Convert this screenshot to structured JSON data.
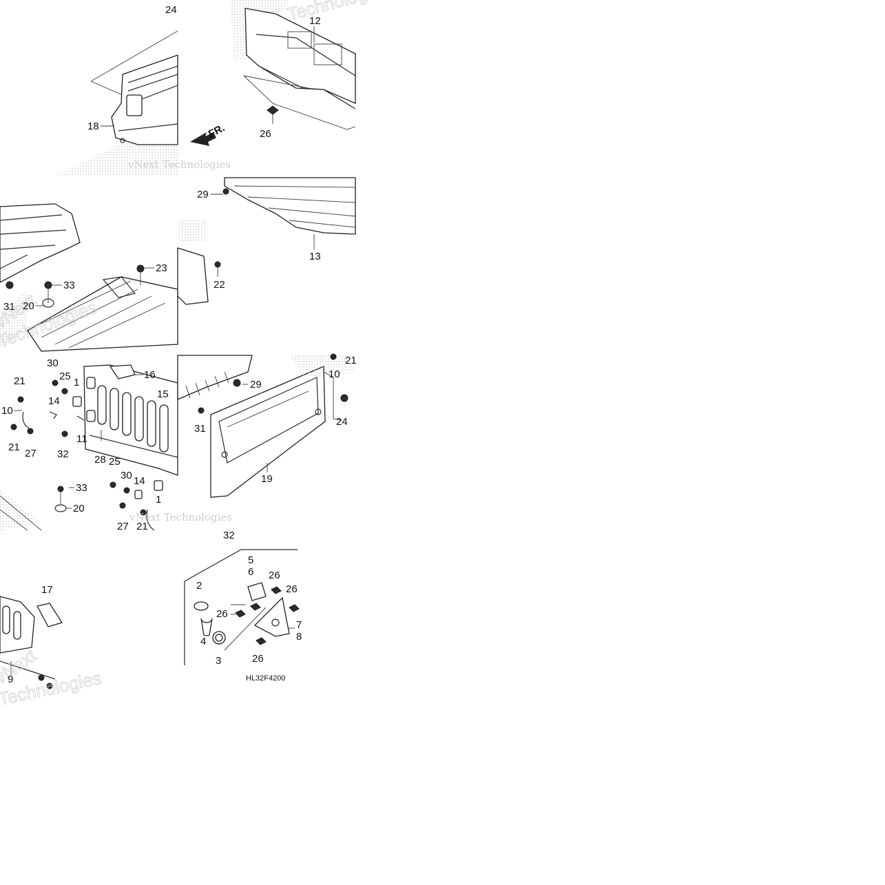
{
  "diagram_code": "HL32F4200",
  "direction_label": "FR.",
  "watermark": {
    "text_a": "vNext Technologies",
    "text_b": "Technologies",
    "text_c": "vNext"
  },
  "callouts": [
    {
      "id": "c24a",
      "text": "24"
    },
    {
      "id": "c12",
      "text": "12"
    },
    {
      "id": "c18",
      "text": "18"
    },
    {
      "id": "c26a",
      "text": "26"
    },
    {
      "id": "c29a",
      "text": "29"
    },
    {
      "id": "c13",
      "text": "13"
    },
    {
      "id": "c23",
      "text": "23"
    },
    {
      "id": "c33a",
      "text": "33"
    },
    {
      "id": "c31a",
      "text": "31"
    },
    {
      "id": "c20a",
      "text": "20"
    },
    {
      "id": "c22",
      "text": "22"
    },
    {
      "id": "c30a",
      "text": "30"
    },
    {
      "id": "c25a",
      "text": "25"
    },
    {
      "id": "c1a",
      "text": "1"
    },
    {
      "id": "c16",
      "text": "16"
    },
    {
      "id": "c21a",
      "text": "21"
    },
    {
      "id": "c15",
      "text": "15"
    },
    {
      "id": "c14a",
      "text": "14"
    },
    {
      "id": "c10a",
      "text": "10"
    },
    {
      "id": "c11",
      "text": "11"
    },
    {
      "id": "c21b",
      "text": "21"
    },
    {
      "id": "c27a",
      "text": "27"
    },
    {
      "id": "c32a",
      "text": "32"
    },
    {
      "id": "c28",
      "text": "28"
    },
    {
      "id": "c25b",
      "text": "25"
    },
    {
      "id": "c30b",
      "text": "30"
    },
    {
      "id": "c14b",
      "text": "14"
    },
    {
      "id": "c33b",
      "text": "33"
    },
    {
      "id": "c1b",
      "text": "1"
    },
    {
      "id": "c20b",
      "text": "20"
    },
    {
      "id": "c27b",
      "text": "27"
    },
    {
      "id": "c21c",
      "text": "21"
    },
    {
      "id": "c10b",
      "text": "10"
    },
    {
      "id": "c21d",
      "text": "21"
    },
    {
      "id": "c29b",
      "text": "29"
    },
    {
      "id": "c24b",
      "text": "24"
    },
    {
      "id": "c31b",
      "text": "31"
    },
    {
      "id": "c19",
      "text": "19"
    },
    {
      "id": "c32b",
      "text": "32"
    },
    {
      "id": "c17",
      "text": "17"
    },
    {
      "id": "c9",
      "text": "9"
    },
    {
      "id": "c5",
      "text": "5"
    },
    {
      "id": "c6",
      "text": "6"
    },
    {
      "id": "c26b",
      "text": "26"
    },
    {
      "id": "c2",
      "text": "2"
    },
    {
      "id": "c26c",
      "text": "26"
    },
    {
      "id": "c26d",
      "text": "26"
    },
    {
      "id": "c7",
      "text": "7"
    },
    {
      "id": "c4",
      "text": "4"
    },
    {
      "id": "c8",
      "text": "8"
    },
    {
      "id": "c3",
      "text": "3"
    },
    {
      "id": "c26e",
      "text": "26"
    }
  ]
}
